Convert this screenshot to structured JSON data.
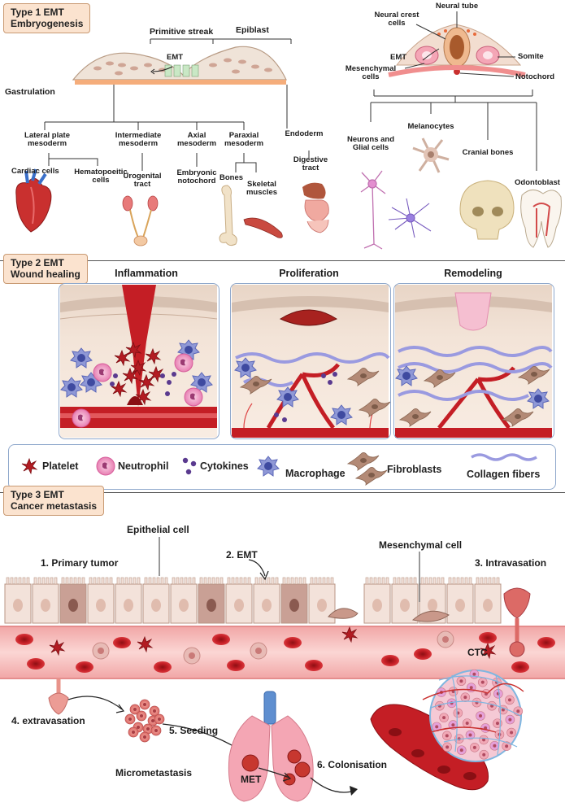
{
  "type1": {
    "tag": [
      "Type 1 EMT",
      "Embryogenesis"
    ],
    "primitive_streak": "Primitive streak",
    "epiblast": "Epiblast",
    "emt": "EMT",
    "gastrulation": "Gastrulation",
    "lateral_plate": [
      "Lateral plate",
      "mesoderm"
    ],
    "intermediate": [
      "Intermediate",
      "mesoderm"
    ],
    "axial": [
      "Axial",
      "mesoderm"
    ],
    "paraxial": [
      "Paraxial",
      "mesoderm"
    ],
    "endoderm": "Endoderm",
    "cardiac": "Cardiac cells",
    "hemato": [
      "Hematopoeitic",
      "cells"
    ],
    "urogenital": [
      "Urogenital",
      "tract"
    ],
    "embryonic": [
      "Embryonic",
      "notochord"
    ],
    "bones": "Bones",
    "skeletal": [
      "Skeletal",
      "muscles"
    ],
    "digestive": [
      "Digestive",
      "tract"
    ],
    "neural_tube": "Neural tube",
    "neural_crest": [
      "Neural crest",
      "cells"
    ],
    "emt_right": "EMT",
    "mesenchymal": [
      "Mesenchymal",
      "cells"
    ],
    "somite": "Somite",
    "notochord": "Notochord",
    "neurons": [
      "Neurons and",
      "Glial cells"
    ],
    "melanocytes": "Melanocytes",
    "cranial": "Cranial bones",
    "odontoblast": "Odontoblast"
  },
  "type2": {
    "tag": [
      "Type 2 EMT",
      "Wound healing"
    ],
    "stages": [
      "Inflammation",
      "Proliferation",
      "Remodeling"
    ],
    "legend": [
      "Platelet",
      "Neutrophil",
      "Cytokines",
      "Macrophage",
      "Fibroblasts",
      "Collagen fibers"
    ]
  },
  "type3": {
    "tag": [
      "Type 3 EMT",
      "Cancer metastasis"
    ],
    "epithelial": "Epithelial cell",
    "primary": "1.  Primary tumor",
    "emt": "2. EMT",
    "mesenchymal": "Mesenchymal cell",
    "intravasation": "3. Intravasation",
    "ctc": "CTC",
    "extravasation": "4. extravasation",
    "seeding": "5. Seeding",
    "micrometastasis": "Micrometastasis",
    "met": "MET",
    "colonisation": "6. Colonisation"
  },
  "colors": {
    "tag_fill": "#fbe3cf",
    "panel_border": "#8fa8cc",
    "blood": "#c41e25",
    "vessel": "#f4b8b8",
    "macrophage": "#5a66b8",
    "neutrophil": "#e77fb2",
    "fibroblast": "#b38a76",
    "collagen": "#8f8fcf"
  }
}
